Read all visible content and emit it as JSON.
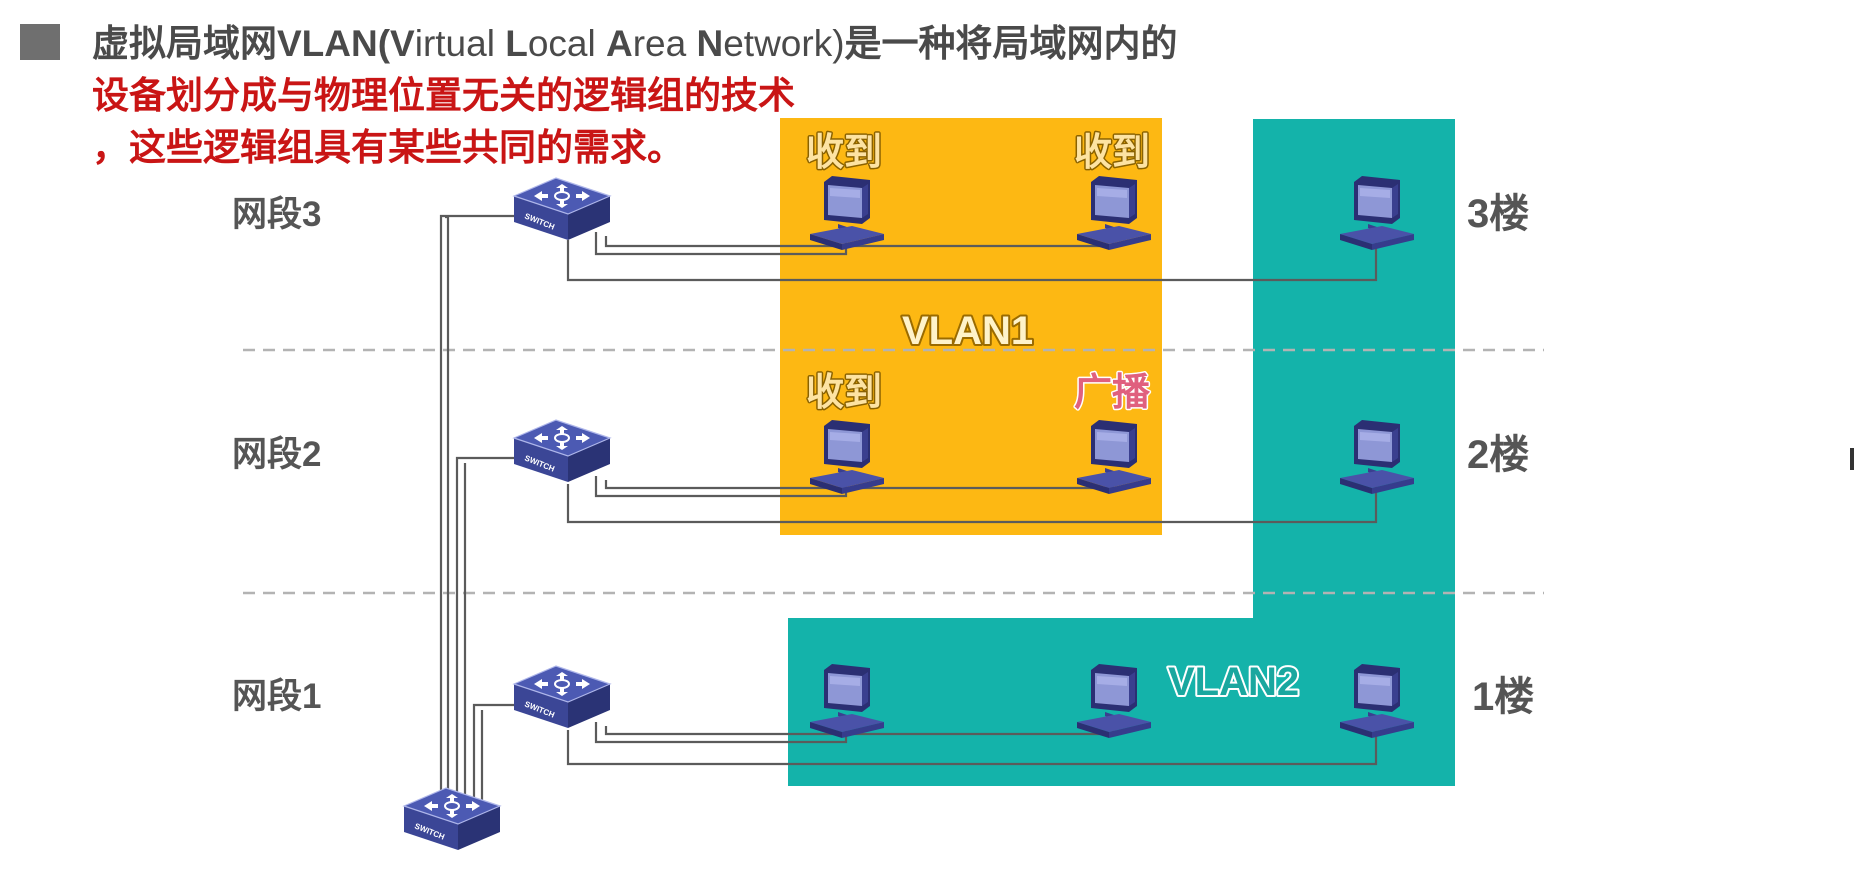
{
  "heading": {
    "parts": [
      {
        "text": "虚拟局域网VLAN(",
        "style": "bold"
      },
      {
        "text": "V",
        "style": "bold"
      },
      {
        "text": "irtual ",
        "style": "thin"
      },
      {
        "text": "L",
        "style": "bold"
      },
      {
        "text": "ocal ",
        "style": "thin"
      },
      {
        "text": "A",
        "style": "bold"
      },
      {
        "text": "rea ",
        "style": "thin"
      },
      {
        "text": "N",
        "style": "bold"
      },
      {
        "text": "etwork)",
        "style": "thin"
      },
      {
        "text": "是一种将局域网内的",
        "style": "bold"
      },
      {
        "text": "设备划分成与物理位置无关的逻辑组的技术",
        "style": "red"
      },
      {
        "text": "，这些逻辑组具有某些共同的需求。",
        "style": "red"
      }
    ]
  },
  "segments": {
    "seg3": "网段3",
    "seg2": "网段2",
    "seg1": "网段1"
  },
  "floors": {
    "f3": "3楼",
    "f2": "2楼",
    "f1": "1楼"
  },
  "vlans": {
    "vlan1": {
      "label": "VLAN1",
      "color": "#fdb813"
    },
    "vlan2": {
      "label": "VLAN2",
      "color": "#14b3aa"
    }
  },
  "pc_tags": {
    "f3_left": "收到",
    "f3_mid": "收到",
    "f2_left": "收到",
    "f2_mid": "广播"
  },
  "switch_label": "SWITCH",
  "colors": {
    "received": "#fde3a2",
    "broadcast": "#e0607e",
    "heading_red": "#c91515",
    "heading_gray": "#4a4a4a",
    "line": "#5b5b5b",
    "divider": "#b3b3b3"
  }
}
